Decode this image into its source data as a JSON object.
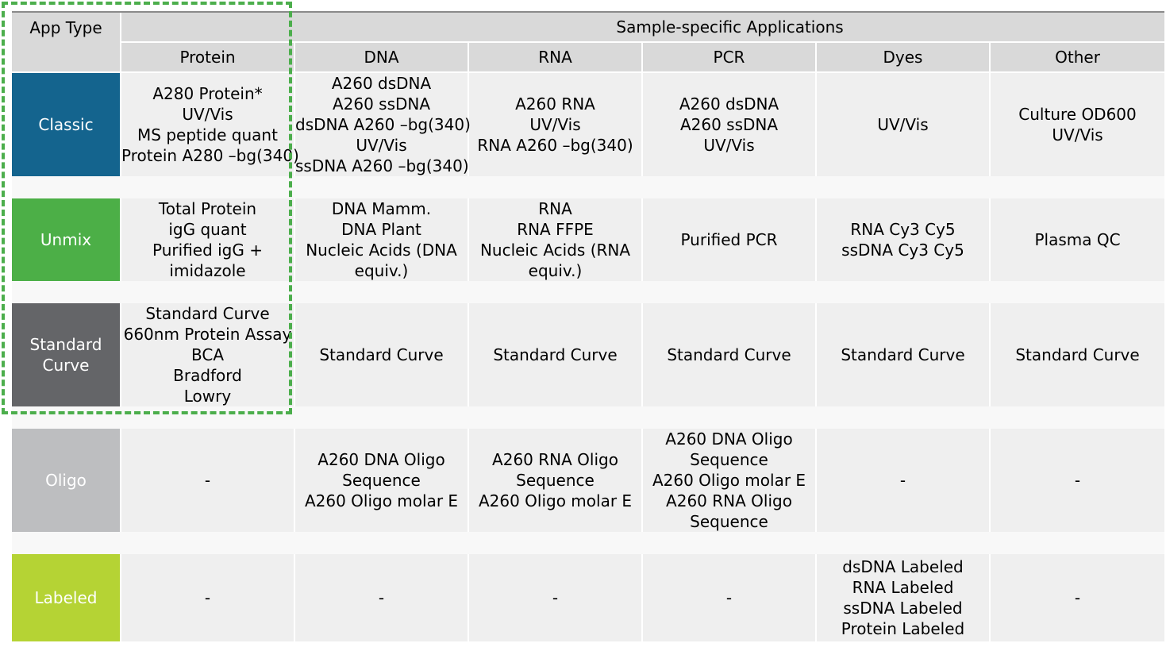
{
  "header": {
    "app_type_label": "App Type",
    "group_label": "Sample-specific Applications",
    "columns": [
      "Protein",
      "DNA",
      "RNA",
      "PCR",
      "Dyes",
      "Other"
    ]
  },
  "rows": [
    {
      "type": "Classic",
      "type_lines": [
        "Classic"
      ],
      "color": "#14648e",
      "cells": [
        [
          "A280 Protein*",
          "UV/Vis",
          "MS peptide quant",
          "Protein A280 –bg(340)"
        ],
        [
          "A260 dsDNA",
          "A260 ssDNA",
          "dsDNA A260 –bg(340)",
          "UV/Vis",
          "ssDNA A260 –bg(340)"
        ],
        [
          "A260 RNA",
          "UV/Vis",
          "RNA A260 –bg(340)"
        ],
        [
          "A260 dsDNA",
          "A260 ssDNA",
          "UV/Vis"
        ],
        [
          "UV/Vis"
        ],
        [
          "Culture OD600",
          "UV/Vis"
        ]
      ]
    },
    {
      "type": "Unmix",
      "type_lines": [
        "Unmix"
      ],
      "color": "#4caf47",
      "cells": [
        [
          "Total Protein",
          "igG quant",
          "Purified igG +",
          "imidazole"
        ],
        [
          "DNA Mamm.",
          "DNA Plant",
          "Nucleic Acids (DNA",
          "equiv.)"
        ],
        [
          "RNA",
          "RNA FFPE",
          "Nucleic Acids (RNA",
          "equiv.)"
        ],
        [
          "Purified PCR"
        ],
        [
          "RNA Cy3 Cy5",
          "ssDNA Cy3 Cy5"
        ],
        [
          "Plasma QC"
        ]
      ]
    },
    {
      "type": "Standard Curve",
      "type_lines": [
        "Standard",
        "Curve"
      ],
      "color": "#646568",
      "cells": [
        [
          "Standard Curve",
          "660nm Protein Assay",
          "BCA",
          "Bradford",
          "Lowry"
        ],
        [
          "Standard Curve"
        ],
        [
          "Standard Curve"
        ],
        [
          "Standard Curve"
        ],
        [
          "Standard Curve"
        ],
        [
          "Standard Curve"
        ]
      ]
    },
    {
      "type": "Oligo",
      "type_lines": [
        "Oligo"
      ],
      "color": "#bdbec0",
      "cells": [
        [
          "-"
        ],
        [
          "A260 DNA Oligo",
          "Sequence",
          "A260 Oligo molar E"
        ],
        [
          "A260 RNA Oligo",
          "Sequence",
          "A260 Oligo molar E"
        ],
        [
          "A260 DNA Oligo",
          "Sequence",
          "A260 Oligo molar E",
          "A260 RNA Oligo",
          "Sequence"
        ],
        [
          "-"
        ],
        [
          "-"
        ]
      ]
    },
    {
      "type": "Labeled",
      "type_lines": [
        "Labeled"
      ],
      "color": "#b5d334",
      "cells": [
        [
          "-"
        ],
        [
          "-"
        ],
        [
          "-"
        ],
        [
          "-"
        ],
        [
          "dsDNA Labeled",
          "RNA Labeled",
          "ssDNA Labeled",
          "Protein Labeled"
        ],
        [
          "-"
        ]
      ]
    }
  ],
  "highlight": {
    "color": "#4cae4c",
    "style": "dashed",
    "target_column": "Protein"
  }
}
